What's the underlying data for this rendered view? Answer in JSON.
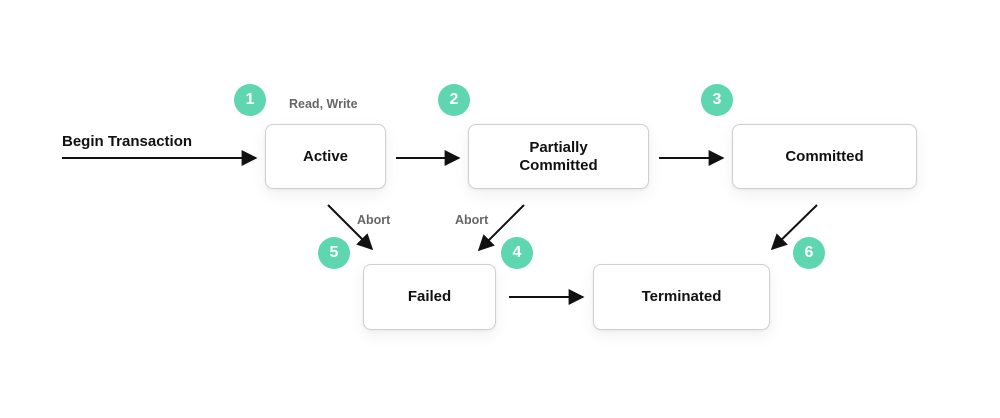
{
  "colors": {
    "badge": "#5ed6b0",
    "arrow": "#111111",
    "box_border": "#cfcfcf",
    "label_muted": "#666666"
  },
  "start": {
    "label": "Begin Transaction"
  },
  "states": {
    "active": "Active",
    "partially_committed": "Partially\nCommitted",
    "committed": "Committed",
    "failed": "Failed",
    "terminated": "Terminated"
  },
  "edge_labels": {
    "read_write": "Read, Write",
    "abort_active": "Abort",
    "abort_partial": "Abort"
  },
  "badges": [
    "1",
    "2",
    "3",
    "4",
    "5",
    "6"
  ]
}
